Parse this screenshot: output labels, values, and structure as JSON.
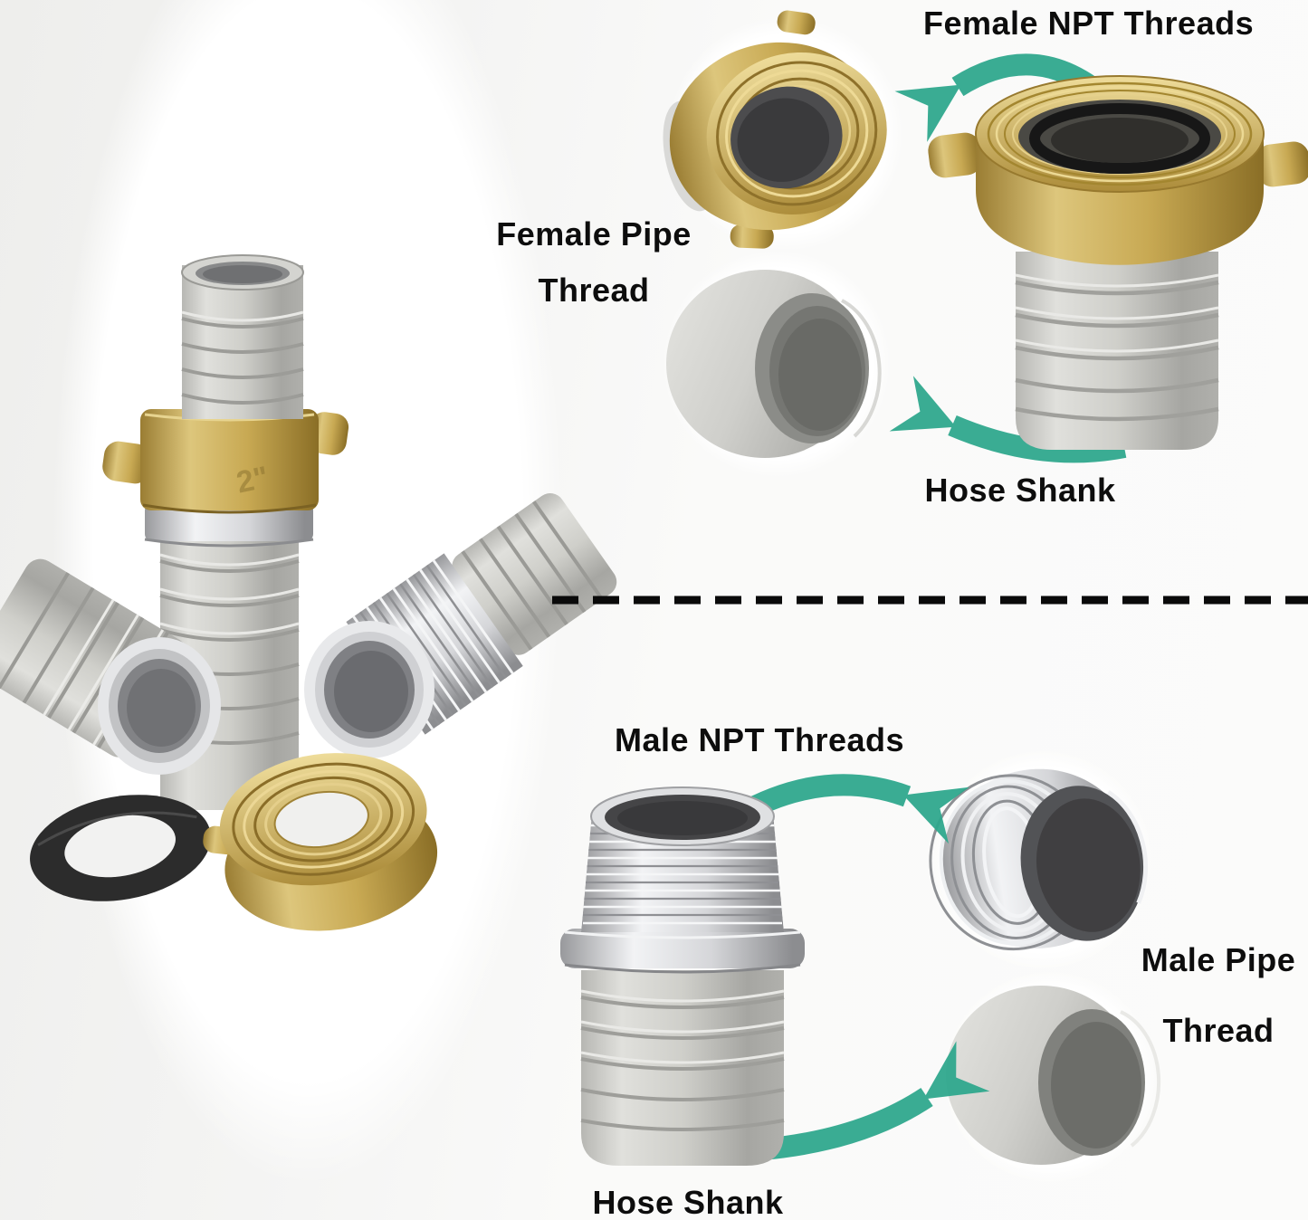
{
  "labels": {
    "female_npt_threads": "Female NPT Threads",
    "female_pipe_line1": "Female Pipe",
    "female_pipe_line2": "Thread",
    "hose_shank_top": "Hose Shank",
    "male_npt_threads": "Male NPT Threads",
    "male_pipe_line1": "Male Pipe",
    "male_pipe_line2": "Thread",
    "hose_shank_bottom": "Hose Shank",
    "nut_size_stamp": "2\""
  },
  "colors": {
    "arrow_accent": "#2CA78C",
    "brass": "#C9AA55",
    "aluminum": "#CFCFCB",
    "text": "#0D0D0D",
    "divider": "#0A0A0A",
    "background": "#F5F5F4"
  }
}
